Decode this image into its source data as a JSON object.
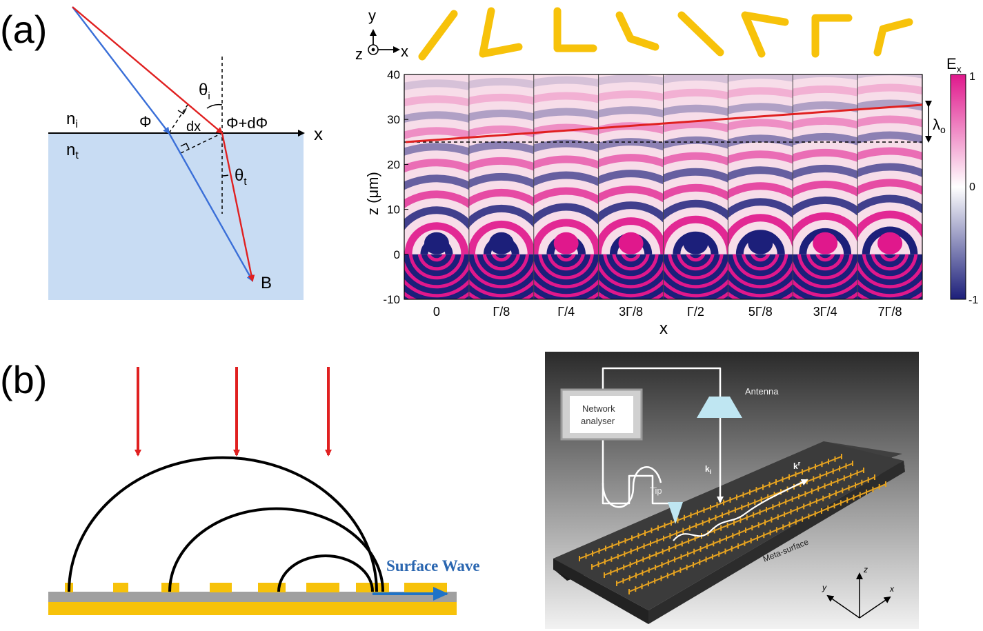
{
  "panel_a": {
    "label": "(a)",
    "refraction": {
      "n_i": "n",
      "n_i_sub": "i",
      "n_t": "n",
      "n_t_sub": "t",
      "phi": "Φ",
      "phi_dphi": "Φ+dΦ",
      "dx": "dx",
      "theta_i": "θ",
      "theta_i_sub": "i",
      "theta_t": "θ",
      "theta_t_sub": "t",
      "x_axis": "x",
      "point_b": "B"
    },
    "axes_triad": {
      "y": "y",
      "z": "z",
      "x": "x"
    },
    "field_plot": {
      "ylabel": "z (μm)",
      "xlabel": "x",
      "yticks": [
        "40",
        "30",
        "20",
        "10",
        "0",
        "-10"
      ],
      "xticks": [
        "0",
        "Γ/8",
        "Γ/4",
        "3Γ/8",
        "Γ/2",
        "5Γ/8",
        "3Γ/4",
        "7Γ/8"
      ],
      "lambda": "λ",
      "lambda_sub": "o",
      "colorbar": {
        "title": "E",
        "title_sub": "x",
        "ticks": [
          "1",
          "0",
          "-1"
        ],
        "colors": {
          "pos": "#e0188c",
          "zero": "#ffffff",
          "neg": "#1c1f7a"
        }
      }
    }
  },
  "panel_b": {
    "label": "(b)",
    "surface_wave": "Surface Wave",
    "setup": {
      "network_analyser": [
        "Network",
        "analyser"
      ],
      "antenna": "Antenna",
      "tip": "Tip",
      "k_i": "k",
      "k_i_sub": "i",
      "k_r": "k",
      "k_r_sup": "r",
      "metasurface": "Meta-surface",
      "axes": {
        "z": "z",
        "y": "y",
        "x": "x"
      }
    }
  },
  "colors": {
    "red": "#e02020",
    "blue": "#3a6fd8",
    "gold": "#f7c20a",
    "substrate": "#c8dcf3"
  }
}
